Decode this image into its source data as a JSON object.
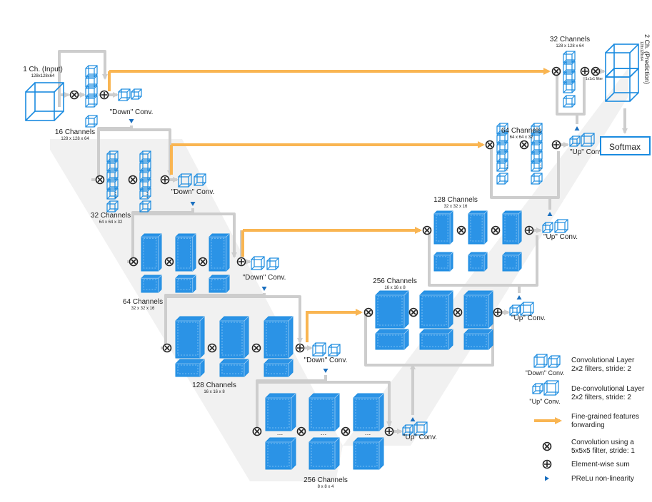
{
  "colors": {
    "box": "#1a8be0",
    "box_fill": "#2b93e6",
    "forward": "#f9b552",
    "gray": "#cdcdcd",
    "band": "#f1f1f1",
    "text": "#222222",
    "softmax_border": "#1a8be0"
  },
  "input": {
    "title": "1 Ch. (Input)",
    "dims": "128x128x64"
  },
  "output": {
    "title": "2 Ch. (Prediction)",
    "dims": "128x128x64",
    "filter": "1x1x1 filter",
    "softmax": "Softmax"
  },
  "stages": {
    "enc1": {
      "title": "16 Channels",
      "dims": "128 x 128 x 64"
    },
    "enc2": {
      "title": "32 Channels",
      "dims": "64 x 64 x 32"
    },
    "enc3": {
      "title": "64 Channels",
      "dims": "32 x 32 x 16"
    },
    "enc4": {
      "title": "128 Channels",
      "dims": "16 x 16 x 8"
    },
    "bottom": {
      "title": "256 Channels",
      "dims": "8 x 8 x 4"
    },
    "dec4": {
      "title": "256 Channels",
      "dims": "16 x 16 x 8"
    },
    "dec3": {
      "title": "128 Channels",
      "dims": "32 x 32 x 16"
    },
    "dec2": {
      "title": "64 Channels",
      "dims": "64 x 64 x 32"
    },
    "dec1": {
      "title": "32 Channels",
      "dims": "128 x 128 x 64"
    }
  },
  "ops": {
    "down": "\"Down\" Conv.",
    "up": "\"Up\" Conv.",
    "dots": "…",
    "vdots": "⋮"
  },
  "legend": {
    "down_caption": "\"Down\" Conv.",
    "down_text": [
      "Convolutional Layer",
      "2x2 filters, stride: 2"
    ],
    "up_caption": "\"Up\" Conv.",
    "up_text": [
      "De-convolutional Layer",
      "2x2 filters, stride: 2"
    ],
    "forward_text": [
      "Fine-grained features",
      "forwarding"
    ],
    "conv_text": [
      "Convolution using a",
      "5x5x5 filter, stride: 1"
    ],
    "sum_text": "Element-wise sum",
    "prelu_text": "PReLu non-linearity"
  }
}
